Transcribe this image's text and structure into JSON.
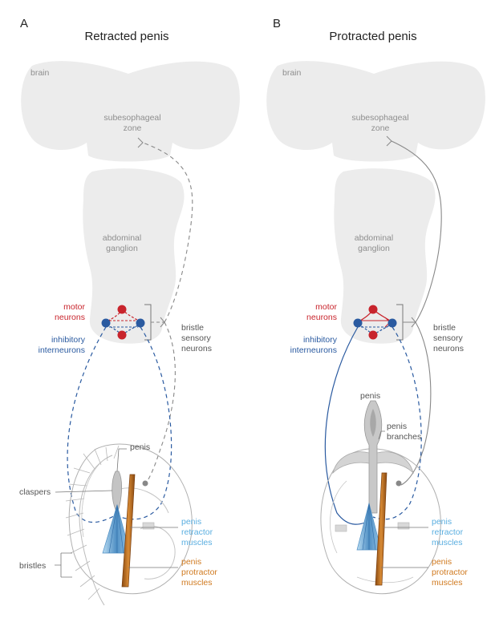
{
  "colors": {
    "tissue": "#ececec",
    "motor": "#c8242c",
    "inhibitory": "#2a5aa0",
    "sensory": "#888888",
    "retractor": "#5aaee0",
    "protractor": "#b8691e"
  },
  "panelA": {
    "letter": "A",
    "title": "Retracted penis",
    "brain": "brain",
    "seg1": "subesophageal",
    "seg2": "zone",
    "abd1": "abdominal",
    "abd2": "ganglion",
    "motor1": "motor",
    "motor2": "neurons",
    "inh1": "inhibitory",
    "inh2": "interneurons",
    "bristle1": "bristle",
    "bristle2": "sensory",
    "bristle3": "neurons",
    "penis": "penis",
    "claspers": "claspers",
    "bristles": "bristles",
    "retr1": "penis",
    "retr2": "retractor",
    "retr3": "muscles",
    "prot1": "penis",
    "prot2": "protractor",
    "prot3": "muscles"
  },
  "panelB": {
    "letter": "B",
    "title": "Protracted penis",
    "brain": "brain",
    "seg1": "subesophageal",
    "seg2": "zone",
    "abd1": "abdominal",
    "abd2": "ganglion",
    "motor1": "motor",
    "motor2": "neurons",
    "inh1": "inhibitory",
    "inh2": "interneurons",
    "bristle1": "bristle",
    "bristle2": "sensory",
    "bristle3": "neurons",
    "penis": "penis",
    "branch1": "penis",
    "branch2": "branches",
    "retr1": "penis",
    "retr2": "retractor",
    "retr3": "muscles",
    "prot1": "penis",
    "prot2": "protractor",
    "prot3": "muscles"
  }
}
